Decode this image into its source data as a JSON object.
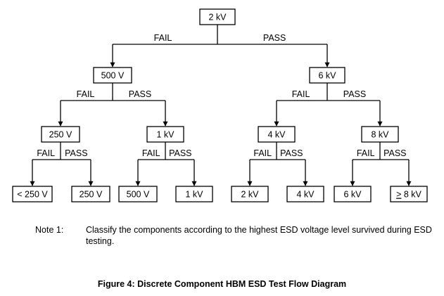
{
  "diagram": {
    "nodes": [
      {
        "id": "root",
        "label": "2 kV"
      },
      {
        "id": "l1a",
        "label": "500 V"
      },
      {
        "id": "l1b",
        "label": "6 kV"
      },
      {
        "id": "l2a",
        "label": "250 V"
      },
      {
        "id": "l2b",
        "label": "1 kV"
      },
      {
        "id": "l2c",
        "label": "4 kV"
      },
      {
        "id": "l2d",
        "label": "8 kV"
      },
      {
        "id": "r1",
        "label": "< 250 V"
      },
      {
        "id": "r2",
        "label": "250 V"
      },
      {
        "id": "r3",
        "label": "500 V"
      },
      {
        "id": "r4",
        "label": "1 kV"
      },
      {
        "id": "r5",
        "label": "2 kV"
      },
      {
        "id": "r6",
        "label": "4 kV"
      },
      {
        "id": "r7",
        "label": "6 kV"
      },
      {
        "id": "r8",
        "label": "> 8 kV",
        "underline_first_char": true
      }
    ],
    "edges": [
      {
        "from": "root",
        "to": "l1a",
        "label": "FAIL"
      },
      {
        "from": "root",
        "to": "l1b",
        "label": "PASS"
      },
      {
        "from": "l1a",
        "to": "l2a",
        "label": "FAIL"
      },
      {
        "from": "l1a",
        "to": "l2b",
        "label": "PASS"
      },
      {
        "from": "l1b",
        "to": "l2c",
        "label": "FAIL"
      },
      {
        "from": "l1b",
        "to": "l2d",
        "label": "PASS"
      },
      {
        "from": "l2a",
        "to": "r1",
        "label": "FAIL"
      },
      {
        "from": "l2a",
        "to": "r2",
        "label": "PASS"
      },
      {
        "from": "l2b",
        "to": "r3",
        "label": "FAIL"
      },
      {
        "from": "l2b",
        "to": "r4",
        "label": "PASS"
      },
      {
        "from": "l2c",
        "to": "r5",
        "label": "FAIL"
      },
      {
        "from": "l2c",
        "to": "r6",
        "label": "PASS"
      },
      {
        "from": "l2d",
        "to": "r7",
        "label": "FAIL"
      },
      {
        "from": "l2d",
        "to": "r8",
        "label": "PASS"
      }
    ]
  },
  "note": {
    "label": "Note 1:",
    "text": "Classify the components according to the highest ESD voltage level survived during ESD testing."
  },
  "caption": "Figure 4:  Discrete Component HBM ESD Test Flow Diagram"
}
